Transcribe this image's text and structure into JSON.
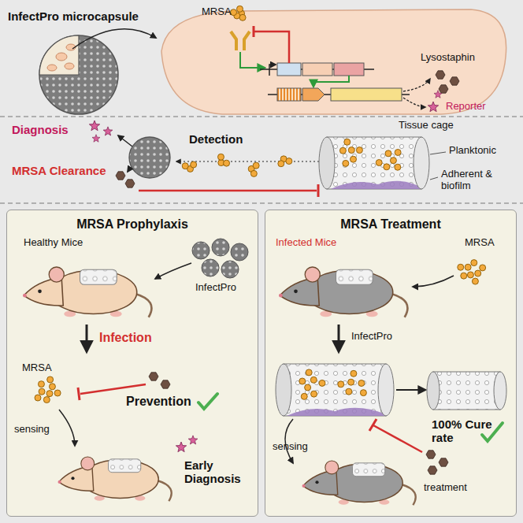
{
  "diagram": {
    "nodes": [
      {
        "text": [
          "MRSA Prophylaxis"
        ]
      },
      {
        "text": [
          "MRSA Treatment"
        ]
      }
    ],
    "labels": [
      "InfectPro microcapsule",
      "MRSA",
      "Lysostaphin",
      "Reporter",
      "Diagnosis",
      "Detection",
      "MRSA Clearance",
      "Tissue cage",
      "Planktonic",
      "Adherent & biofilm",
      "Healthy Mice",
      "InfectPro",
      "Infection",
      "MRSA",
      "Prevention",
      "sensing",
      "Early Diagnosis",
      "Infected Mice",
      "MRSA",
      "InfectPro",
      "sensing",
      "treatment",
      "100% Cure rate"
    ]
  }
}
